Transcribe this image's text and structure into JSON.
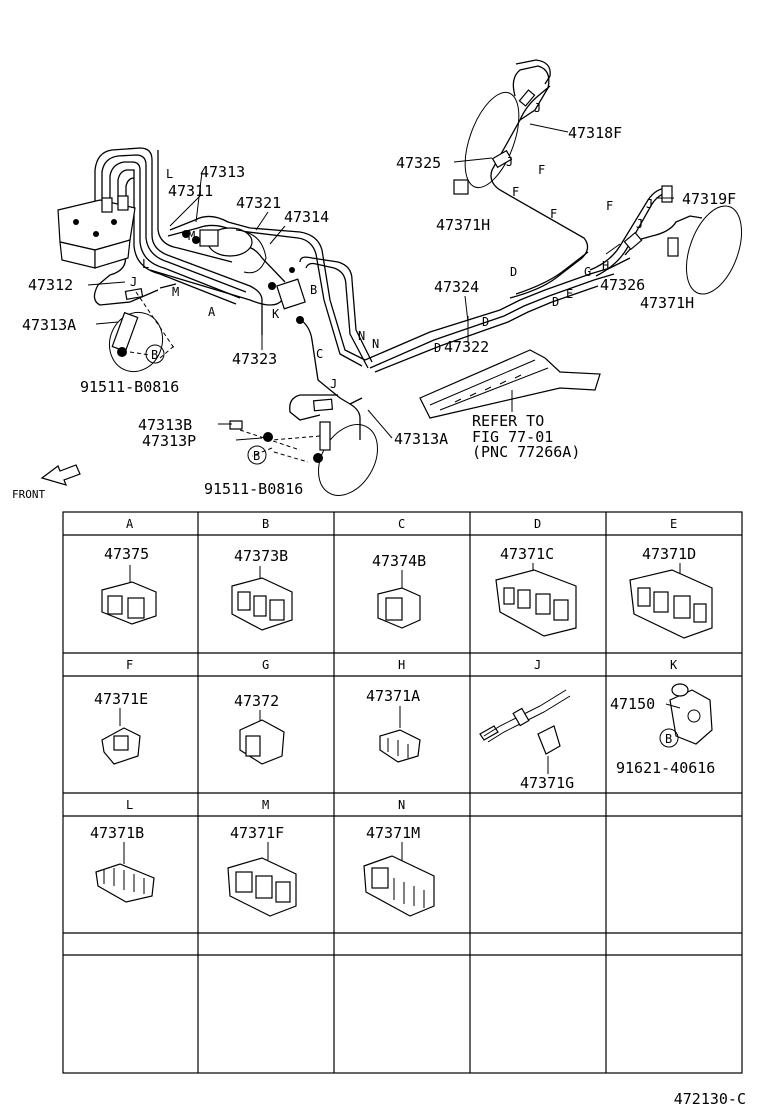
{
  "diagram": {
    "labels": {
      "p47313": "47313",
      "p47311": "47311",
      "p47321": "47321",
      "p47314": "47314",
      "p47312": "47312",
      "p47313A": "47313A",
      "p47323": "47323",
      "p47325": "47325",
      "p47318F": "47318F",
      "p47371H_top": "47371H",
      "p47319F": "47319F",
      "p47326": "47326",
      "p47371H_right": "47371H",
      "p47324": "47324",
      "p47322": "47322",
      "p47313B": "47313B",
      "p47313P": "47313P",
      "p47313A_lower": "47313A",
      "bolt_upper": "91511-B0816",
      "bolt_lower": "91511-B0816",
      "refer_line1": "REFER TO",
      "refer_line2": "FIG 77-01",
      "refer_line3": "(PNC 77266A)",
      "front": "FRONT",
      "callout_b": "B"
    },
    "letters": [
      "L",
      "M",
      "L",
      "J",
      "M",
      "A",
      "K",
      "B",
      "C",
      "N",
      "N",
      "J",
      "J",
      "F",
      "F",
      "F",
      "J",
      "H",
      "G",
      "D",
      "D",
      "E",
      "D",
      "D"
    ]
  },
  "clamp_table": {
    "rows": [
      [
        {
          "key": "A",
          "parts": [
            "47375"
          ]
        },
        {
          "key": "B",
          "parts": [
            "47373B"
          ]
        },
        {
          "key": "C",
          "parts": [
            "47374B"
          ]
        },
        {
          "key": "D",
          "parts": [
            "47371C"
          ]
        },
        {
          "key": "E",
          "parts": [
            "47371D"
          ]
        }
      ],
      [
        {
          "key": "F",
          "parts": [
            "47371E"
          ]
        },
        {
          "key": "G",
          "parts": [
            "47372"
          ]
        },
        {
          "key": "H",
          "parts": [
            "47371A"
          ]
        },
        {
          "key": "J",
          "parts": [
            "47371G"
          ]
        },
        {
          "key": "K",
          "parts": [
            "47150",
            "91621-40616"
          ],
          "callout": "B"
        }
      ],
      [
        {
          "key": "L",
          "parts": [
            "47371B"
          ]
        },
        {
          "key": "M",
          "parts": [
            "47371F"
          ]
        },
        {
          "key": "N",
          "parts": [
            "47371M"
          ]
        },
        {
          "key": "",
          "parts": []
        },
        {
          "key": "",
          "parts": []
        }
      ],
      [
        {
          "key": "",
          "parts": []
        },
        {
          "key": "",
          "parts": []
        },
        {
          "key": "",
          "parts": []
        },
        {
          "key": "",
          "parts": []
        },
        {
          "key": "",
          "parts": []
        }
      ]
    ]
  },
  "doc_number": "472130-C"
}
